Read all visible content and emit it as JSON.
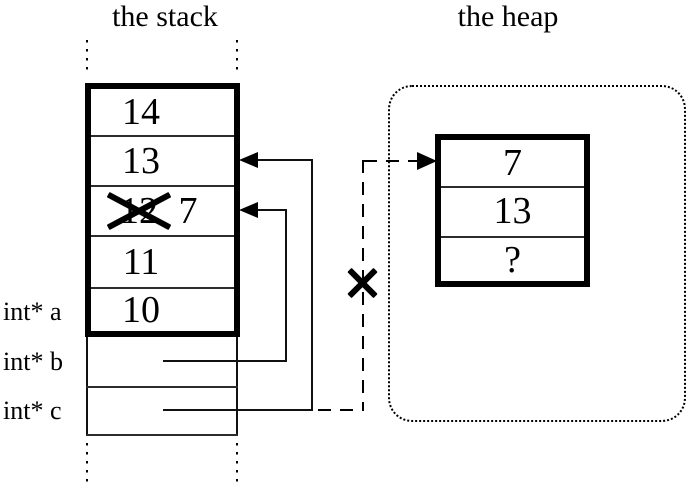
{
  "stack": {
    "title": "the stack",
    "frame_cells": [
      {
        "value": "14"
      },
      {
        "value": "13"
      },
      {
        "value": "12",
        "crossed_out": true,
        "new_value": "7"
      },
      {
        "value": "11"
      },
      {
        "value": "10"
      }
    ],
    "pointer_vars": [
      {
        "label": "int* a"
      },
      {
        "label": "int* b"
      },
      {
        "label": "int* c"
      }
    ]
  },
  "heap": {
    "title": "the heap",
    "block_cells": [
      {
        "value": "7"
      },
      {
        "value": "13"
      },
      {
        "value": "?"
      }
    ]
  },
  "colors": {
    "ink": "#000000",
    "background": "#ffffff"
  }
}
